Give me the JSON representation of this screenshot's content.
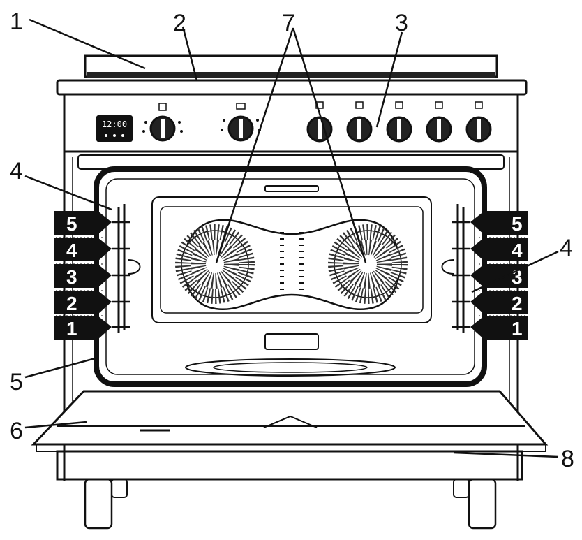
{
  "callouts": {
    "hob": "1",
    "top_edge": "2",
    "knob": "3",
    "rails_left": "4",
    "rails_right": "4",
    "seal": "5",
    "door": "6",
    "fans": "7",
    "drawer": "8"
  },
  "shelves_left": [
    "5",
    "4",
    "3",
    "2",
    "1"
  ],
  "shelves_right": [
    "5",
    "4",
    "3",
    "2",
    "1"
  ],
  "display": {
    "time": "12:00"
  },
  "colors": {
    "line": "#111111",
    "tag": "#111111",
    "background": "#ffffff"
  }
}
